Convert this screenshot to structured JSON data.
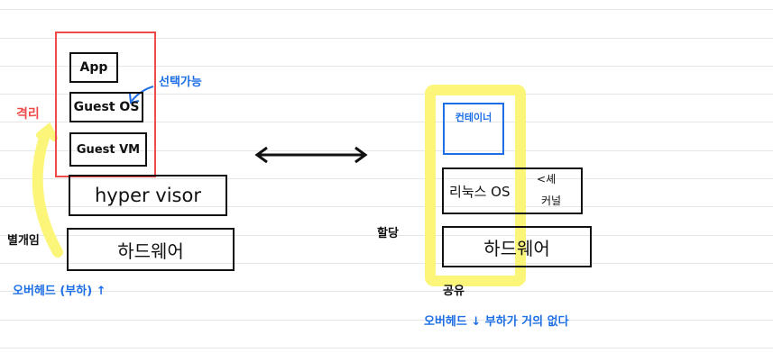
{
  "left": {
    "app": "App",
    "guest_os": "Guest OS",
    "guest_vm": "Guest VM",
    "hypervisor": "hyper visor",
    "hardware": "하드웨어",
    "isolation_label": "격리",
    "optional_note": "선택가능",
    "separate_label": "별개임",
    "overhead_note": "오버헤드 (부하) ↑"
  },
  "right": {
    "container": "컨테이너",
    "linux_os": "리눅스 OS",
    "kernel": "커널",
    "share_prefix": "셰",
    "hardware": "하드웨어",
    "assign_label": "할당",
    "share_label": "공유",
    "overhead_note": "오버헤드 ↓  부하가 거의 없다"
  },
  "colors": {
    "red": "#ef4a4a",
    "yellow": "#fbf67a",
    "blue": "#1e6fe6",
    "ink": "#111111"
  }
}
